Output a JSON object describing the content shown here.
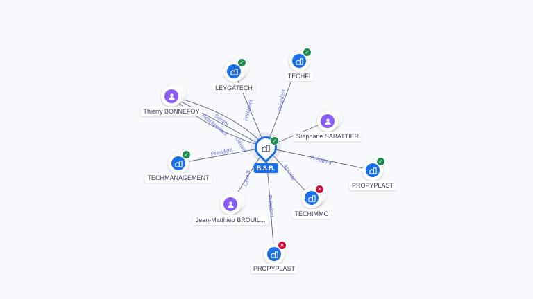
{
  "center": {
    "label": "B.S.B.",
    "icon": "company-icon",
    "status": "active"
  },
  "nodes": [
    {
      "label": "LEYGATECH",
      "type": "company",
      "status": "active",
      "stacked": true
    },
    {
      "label": "TECHFI",
      "type": "company",
      "status": "active",
      "stacked": false
    },
    {
      "label": "Thierry BONNEFOY",
      "type": "person",
      "stacked": true
    },
    {
      "label": "Stéphane SABATTIER",
      "type": "person",
      "stacked": true
    },
    {
      "label": "TECHMANAGEMENT",
      "type": "company",
      "status": "active",
      "stacked": false
    },
    {
      "label": "PROPYPLAST",
      "type": "company",
      "status": "active",
      "stacked": false
    },
    {
      "label": "TECHIMMO",
      "type": "company",
      "status": "closed",
      "stacked": true
    },
    {
      "label": "Jean-Matthieu BROUIL...",
      "type": "person",
      "stacked": true
    },
    {
      "label": "PROPYPLAST",
      "type": "company",
      "status": "closed",
      "stacked": false
    }
  ],
  "edges": [
    {
      "to": 0,
      "label": "Président"
    },
    {
      "to": 1,
      "label": "Président"
    },
    {
      "to": 2,
      "label": "Gérant"
    },
    {
      "to": 2,
      "label": "Représentant"
    },
    {
      "to": 2,
      "label": "Gérant"
    },
    {
      "to": 3,
      "label": ""
    },
    {
      "to": 4,
      "label": "Président"
    },
    {
      "to": 5,
      "label": "Président"
    },
    {
      "to": 6,
      "label": "Associé"
    },
    {
      "to": 7,
      "label": "Gérant"
    },
    {
      "to": 8,
      "label": "Président"
    }
  ],
  "colors": {
    "company": "#1a6fe8",
    "person": "#8b5cf6",
    "active": "#1e8a4c",
    "closed": "#d0103a"
  }
}
